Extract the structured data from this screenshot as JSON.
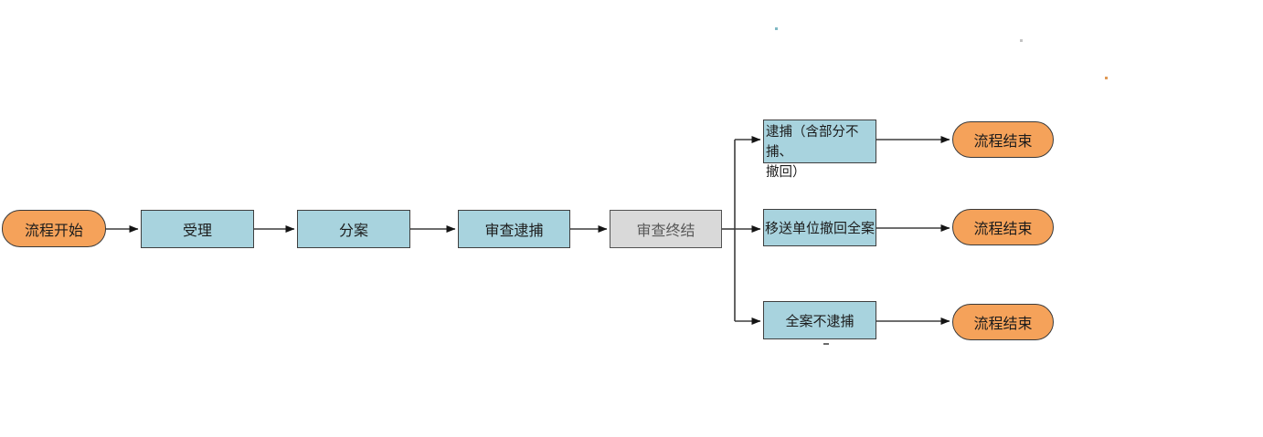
{
  "diagram": {
    "title": "workflow-flowchart",
    "colors": {
      "background": "#ffffff",
      "process-fill": "#A8D3DE",
      "terminal-fill": "#F5A25A",
      "inactive-fill": "#D9D9D9",
      "line": "#3d3d3d"
    },
    "nodes": {
      "start": {
        "label": "流程开始",
        "type": "terminal"
      },
      "accept": {
        "label": "受理",
        "type": "process"
      },
      "assign": {
        "label": "分案",
        "type": "process"
      },
      "review_arrest": {
        "label": "审查逮捕",
        "type": "process"
      },
      "review_end": {
        "label": "审查终结",
        "type": "inactive"
      },
      "branch_arrest": {
        "line1": "逮捕（含部分不捕、",
        "line2": "撤回）",
        "type": "process"
      },
      "branch_withdraw": {
        "label": "移送单位撤回全案",
        "type": "process"
      },
      "branch_no_arrest": {
        "label": "全案不逮捕",
        "type": "process"
      },
      "end_top": {
        "label": "流程结束",
        "type": "terminal"
      },
      "end_middle": {
        "label": "流程结束",
        "type": "terminal"
      },
      "end_bottom": {
        "label": "流程结束",
        "type": "terminal"
      }
    }
  }
}
